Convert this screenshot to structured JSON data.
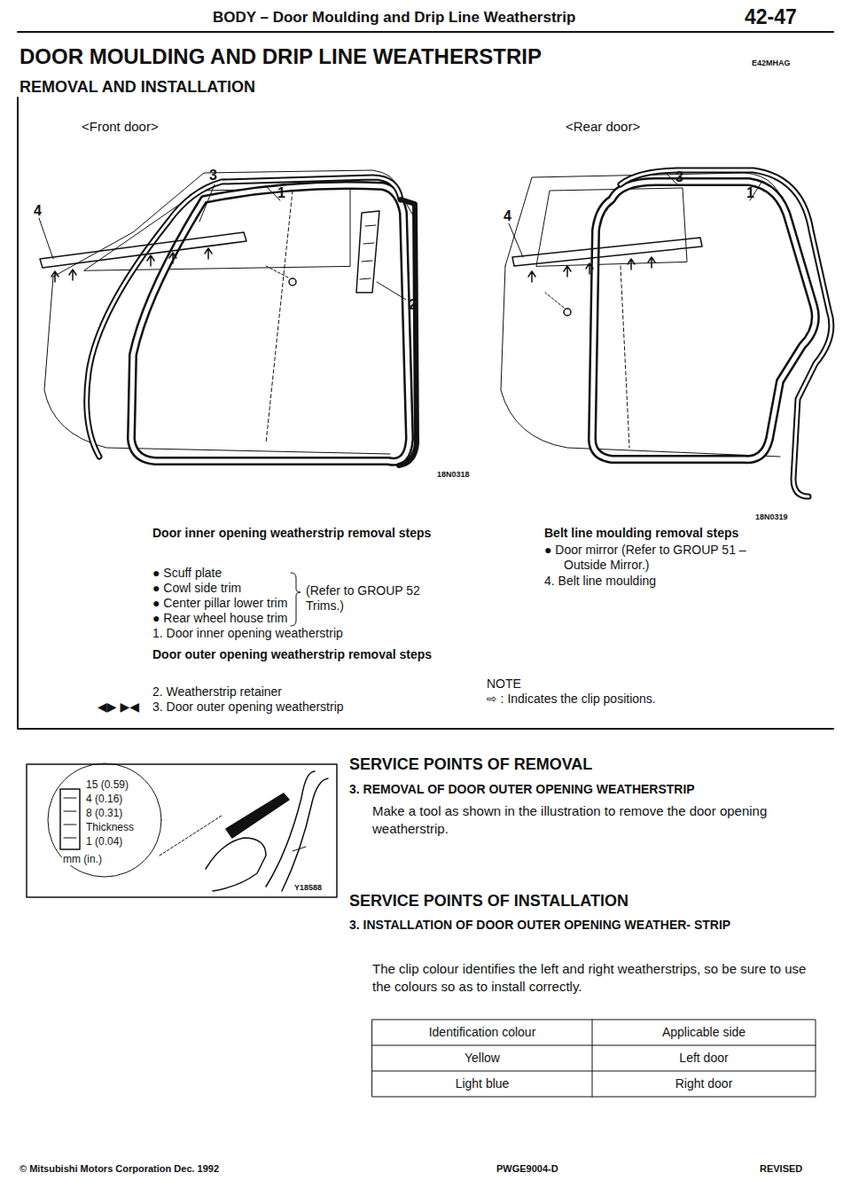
{
  "diagram": {
    "title": "DOOR MOULDING AND DRIP LINE WEATHERSTRIP",
    "labels": [
      "BODY – Door Moulding and Drip Line Weatherstrip",
      "42-47",
      "E42MHAG",
      "REMOVAL AND INSTALLATION",
      "<Front door>",
      "<Rear door>",
      "3",
      "1",
      "4",
      "2",
      "3",
      "1",
      "4",
      "18N0318",
      "18N0319",
      "Door inner opening weatherstrip removal steps",
      "● Scuff plate",
      "● Cowl side trim",
      "● Center pillar lower trim",
      "● Rear wheel house trim",
      "(Refer to GROUP 52 Trims.)",
      "1. Door inner opening weatherstrip",
      "Door outer opening weatherstrip removal steps",
      "2. Weatherstrip retainer",
      "3. Door outer opening weatherstrip",
      "◀▶ ▶◀",
      "Belt line moulding removal steps",
      "● Door mirror (Refer to GROUP 51 – Outside Mirror.)",
      "4. Belt line moulding",
      "NOTE",
      "⇨ : Indicates the clip positions.",
      "15 (0.59)",
      "4 (0.16)",
      "8 (0.31)",
      "Thickness",
      "1 (0.04)",
      "mm (in.)",
      "Y18588",
      "SERVICE POINTS OF REMOVAL",
      "3. REMOVAL OF DOOR OUTER OPENING WEATHERSTRIP",
      "Make a tool as shown in the illustration to remove the door opening weatherstrip.",
      "SERVICE POINTS OF INSTALLATION",
      "3. INSTALLATION OF DOOR OUTER OPENING WEATHER- STRIP",
      "The clip colour identifies the left and right weatherstrips, so be sure to use the colours so as to install correctly.",
      "Identification colour",
      "Applicable side",
      "Yellow",
      "Left door",
      "Light blue",
      "Right door",
      "© Mitsubishi Motors Corporation   Dec. 1992",
      "PWGE9004-D",
      "REVISED"
    ]
  }
}
